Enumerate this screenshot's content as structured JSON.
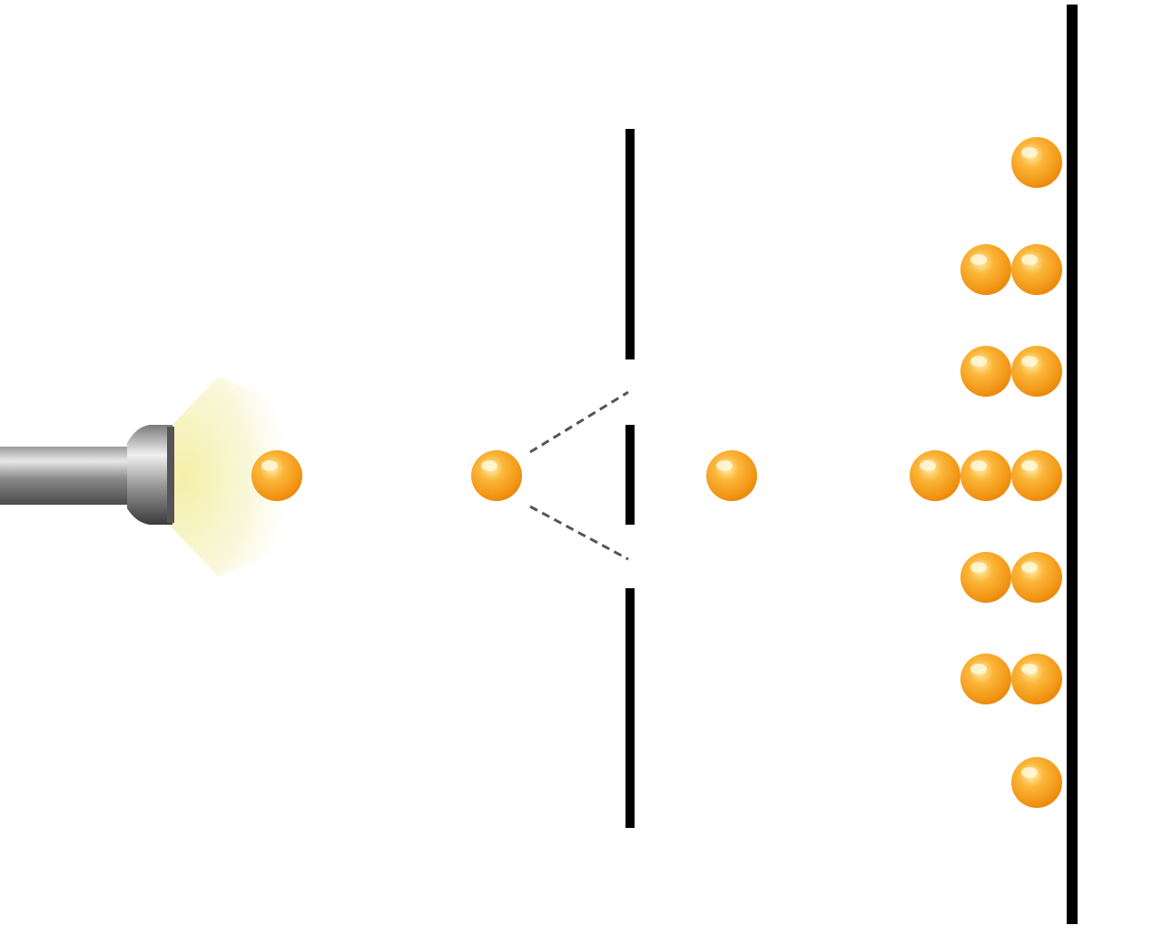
{
  "diagram": {
    "source": {
      "icon": "flashlight-icon",
      "glow_color": "#f4f0a0"
    },
    "particle": {
      "icon": "photon-ball-icon",
      "color": "#f5a623",
      "highlight": "#fff4c8"
    },
    "barrier": {
      "slits": 2,
      "color": "#000000"
    },
    "detector_screen": {
      "color": "#000000"
    },
    "trajectory_guides": {
      "style": "dashed",
      "color": "#555555"
    },
    "particles_in_flight": 3,
    "detector_hits_per_row": [
      1,
      2,
      2,
      3,
      2,
      2,
      1
    ]
  }
}
